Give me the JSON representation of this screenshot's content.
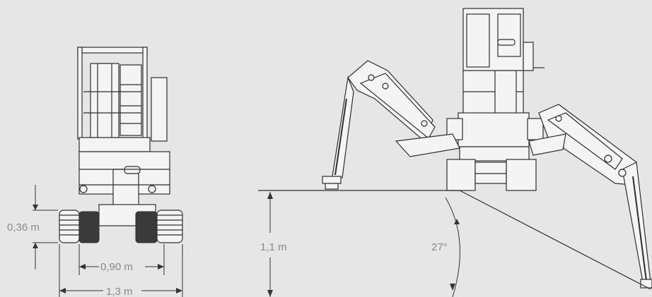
{
  "dimensions": {
    "track_height": "0,36 m",
    "track_gauge": "0,90 m",
    "total_width": "1,3 m",
    "outrigger_height": "1,1 m",
    "slope_angle": "27°"
  },
  "colors": {
    "background": "#e6e6e6",
    "line": "#2e2e2e",
    "dim_text": "#8a8a8a"
  }
}
